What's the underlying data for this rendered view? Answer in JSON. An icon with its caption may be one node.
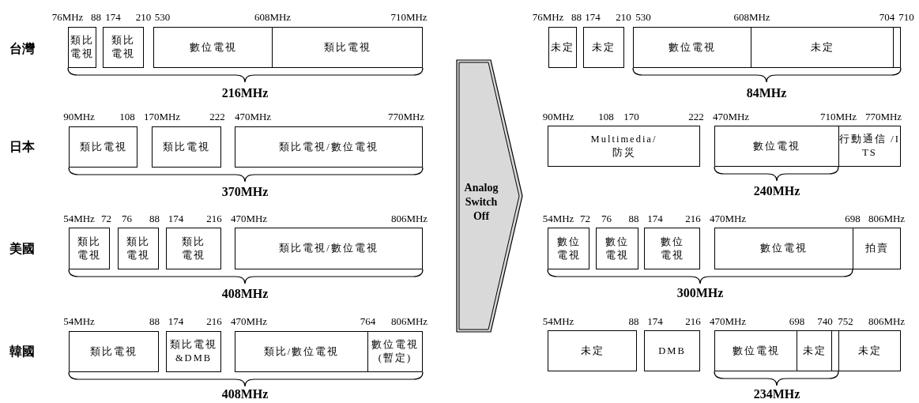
{
  "diagram": {
    "nodes": [
      {
        "text": [
          "類比電視"
        ]
      },
      {
        "text": [
          "類比電視"
        ]
      },
      {
        "text": [
          "數位電視"
        ]
      },
      {
        "text": [
          "類比電視"
        ]
      },
      {
        "text": [
          "類比電視"
        ]
      },
      {
        "text": [
          "類比電視"
        ]
      },
      {
        "text": [
          "類比電視/數位電視"
        ]
      },
      {
        "text": [
          "類比電視"
        ]
      },
      {
        "text": [
          "類比電視"
        ]
      },
      {
        "text": [
          "類比電視"
        ]
      },
      {
        "text": [
          "類比電視/數位電視"
        ]
      },
      {
        "text": [
          "類比電視"
        ]
      },
      {
        "text": [
          "類比電視 &DMB"
        ]
      },
      {
        "text": [
          "類比/數位電視"
        ]
      },
      {
        "text": [
          "數位電視 (暫定)"
        ]
      },
      {
        "text": [
          "Analog Switch Off"
        ]
      },
      {
        "text": [
          "未定"
        ]
      },
      {
        "text": [
          "未定"
        ]
      },
      {
        "text": [
          "數位電視"
        ]
      },
      {
        "text": [
          "未定"
        ]
      },
      {
        "text": [],
        "shape": "box"
      },
      {
        "text": [
          "Multimedia/ 防災"
        ]
      },
      {
        "text": [
          "數位電視"
        ]
      },
      {
        "text": [
          "行動通信 /ITS"
        ]
      },
      {
        "text": [
          "數位電視"
        ]
      },
      {
        "text": [
          "數位電視"
        ]
      },
      {
        "text": [
          "數位電視"
        ]
      },
      {
        "text": [
          "數位電視"
        ]
      },
      {
        "text": [
          "拍賣"
        ]
      },
      {
        "text": [
          "未定"
        ]
      },
      {
        "text": [
          "DMB"
        ]
      },
      {
        "text": [
          "數位電視"
        ]
      },
      {
        "text": [
          "未定"
        ]
      },
      {
        "text": [],
        "shape": "box"
      },
      {
        "text": [
          "未定"
        ]
      }
    ],
    "labels": [
      "台灣",
      "76MHz",
      "88",
      "174",
      "210",
      "530",
      "608MHz",
      "710MHz",
      "216MHz",
      "日本",
      "90MHz",
      "108",
      "170MHz",
      "222",
      "470MHz",
      "770MHz",
      "370MHz",
      "美國",
      "54MHz",
      "72",
      "76",
      "88",
      "174",
      "216",
      "470MHz",
      "806MHz",
      "408MHz",
      "韓國",
      "54MHz",
      "88",
      "174",
      "216",
      "470MHz",
      "764",
      "806MHz",
      "408MHz",
      "76MHz",
      "88",
      "174",
      "210",
      "530",
      "608MHz",
      "704",
      "710",
      "84MHz",
      "90MHz",
      "108",
      "170",
      "222",
      "470MHz",
      "710MHz",
      "770MHz",
      "240MHz",
      "54MHz",
      "72",
      "76",
      "88",
      "174",
      "216",
      "470MHz",
      "698",
      "806MHz",
      "300MHz",
      "54MHz",
      "88",
      "174",
      "216",
      "470MHz",
      "698",
      "740",
      "752",
      "806MHz",
      "234MHz"
    ]
  }
}
